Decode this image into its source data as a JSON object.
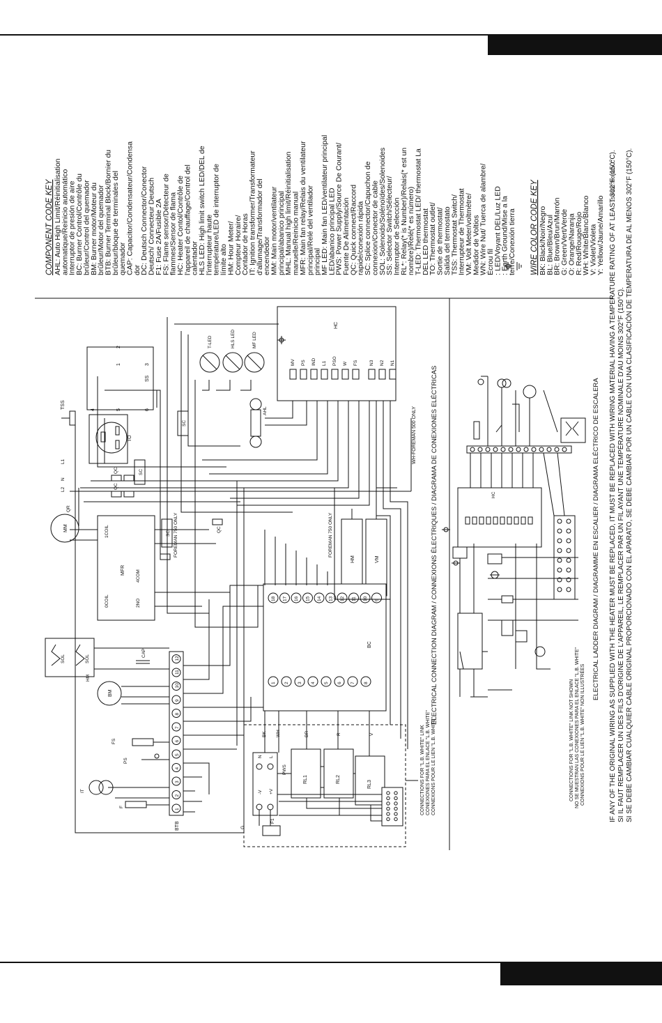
{
  "component_key": {
    "heading": "COMPONENT CODE KEY",
    "lines": [
      "AHL: Auto High Limit/Réinitialisation",
      "automatique/Reinicio automático",
      "Interruptor de presión de aire",
      "BC: Burner Control/Contrôle du",
      "brûleur/Control del quemador",
      "BM: Burner motor/Moteur du",
      "brûleur/Motor del quemador",
      "BTB: Burner Terminal Block/Bornier du",
      "brûleur/bloque de terminales del",
      "quemador",
      "CAP: Capacitor/Condensateur/Condensa",
      "dor",
      "DC: Deutsch Connector/Conector",
      "Deutsch/ Connecteur Deutsch",
      "F1: Fuse 2A/Fusible 2A",
      "FS: Flame sensor/Détecteur de",
      "flammes/Sensor de flama",
      "HC: Heater Contol/Contrôle de",
      "l'appareil de chauffage/Control del",
      "calentador",
      "HLS LED: High limit switch LED/DEL de",
      "l'interrupteur haute",
      "température/LED de interruptor de",
      "límite alto",
      "HM: Hour Meter/",
      "Compteur Horaire/",
      "Contador de Horas",
      "IT: Ignition transformer/Transformateur",
      "d'allumage/Transformador del",
      "encendedor",
      "MM: Main motor/ventilateur",
      "principal/abanico principal",
      "MHL: Manual high limit/Réinitialisation",
      "manuelle/Reinicio manual",
      "MFR: Main fan relay/Relais du ventilateur",
      "principal/Relé del ventilador",
      "principal",
      "MF LED: Main fan LED/ventilateur principal",
      "LED/abanico principal LED",
      "PWS: Power Supply/Source De Courant/",
      "Fuente De Alimentación",
      "QC: Quick connect/Raccord",
      "rapide/conexión rápida",
      "SC: Splice connector/Capuchon de",
      "connexion/Conector de cable",
      "SOL: Solenoids/Solénoïdes/Solenoides",
      "SS: Selector Switch/Sélecteur/",
      "Interruptor de Selección",
      "RL*: Relay(* is Number)/Relais(* est un",
      "nombre)/Relé(* es número)",
      "T-LED: Thermostat LED/ thermostat La",
      "DEL LED thermostat",
      "TO: Thermostat outlet/",
      "Sortie de thermostat/",
      "Salida del termostato",
      "TSS: Thermostat Switch/",
      "Interrupteur de Thermostat",
      "VM: Volt Meter/voltmètre/",
      "Medidor de Voltios",
      "WN: Wire Nut/ Tuerca de alambre/",
      "Écrou fil",
      ": LED/Voyant DEL/Luz LED",
      ": Earth Ground/Mise a la",
      "terre/Conexión tierra"
    ]
  },
  "wire_key": {
    "heading": "WIRE COLOR CODE KEY",
    "lines": [
      "BK: Black/Noir/Negro",
      "BL: Blue/Bleu/Azul",
      "BR: Brown/Brun/Marrón",
      "G: Green/Vert/Verde",
      "O: Orange/Naranja",
      "R: Red/Rouge/Rojo",
      "WH: White/Blanc/Blanco",
      "V: Violet/Violeta",
      "Y: Yellow/Jaune/Amarillo"
    ]
  },
  "labels": {
    "connection_caption": "ELECTRICAL CONNECTION DIAGRAM / CONNEXIONS ÉLECTRIQUES / DIAGRAMA DE CONEXIONES ELÉCTRICAS",
    "ladder_caption": "ELECTRICAL LADDER DIAGRAM / DIAGRAMME EN ESCALIER / DIAGRAMA ELÉCTRICO DE ESCALERA",
    "lb_white_top": [
      "CONNECTIONS FOR \"L.B. WHITE\" LINK",
      "CONEXIONES PARA EL ENLACE \"L.B. WHITE\"",
      "CONNEXIONS POUR LE LIEN \"L.B. WHITE\""
    ],
    "lb_white_bottom": [
      "CONNECTIONS FOR \"L.B. WHITE\" LINK NOT SHOWN",
      "NO SE MUESTRAN LAS CONEXIONES PARA EL ENLACE \"L.B. WHITE\"",
      "CONNEXIONS POUR LE LIEN \"L.B. WHITE\" NON ILLUSTRÉES"
    ],
    "foreman_500": "WH-FOREMAN 500 ONLY",
    "foreman_750": "FOREMAN 750 ONLY",
    "foreman_750b": "FOREMAN 750 ONLY",
    "doc_number": "150-132760 REV C",
    "warnings": [
      "IF ANY OF THE ORIGINAL WIRING AS SUPPLIED WITH THE HEATER MUST BE REPLACED, IT MUST BE REPLACED WITH WIRING MATERIAL HAVING A TEMPERATURE RATING OF AT LEAST 302°F (150°C).",
      "SI IL FAUT REMPLACER UN DES FILS D'ORIGINE DE L'APPAREIL, LE REMPLACER PAR UN FIL AYANT UNE TEMPÉRATURE NOMINALE D'AU MOINS 302°F (150°C).",
      "SI SE DEBE CAMBIAR CUALQUIER CABLE ORIGINAL PROPORCIONADO CON EL APARATO, SE DEBE CAMBIAR POR UN CABLE CON UNA CLASIFICACIÓN DE TEMPERATURA DE AL MENOS 302°F (150°C)."
    ],
    "components": {
      "tss": "TSS",
      "to": "TO",
      "mm": "MM",
      "bm": "BM",
      "it": "IT",
      "ps": "PS",
      "fs": "FS",
      "f": "F",
      "btb": "BTB",
      "sol": "SOL",
      "hm": "HM",
      "vm": "VM",
      "hc": "HC",
      "bc": "BC",
      "pws": "PWS",
      "ahl": "AHL",
      "mfr": "MFR",
      "sc": "SC",
      "qc": "QC",
      "qr": "QR",
      "ss": "SS",
      "cap": "CAP",
      "g": "G",
      "f1": "F1",
      "rl1": "RL1",
      "rl2": "RL2",
      "rl3": "RL3",
      "t_led": "T-LED",
      "hls_led": "HLS LED",
      "mf_led": "MF LED",
      "l1": "L1",
      "n": "N",
      "l2": "L2",
      "ss_num": [
        "1",
        "2",
        "3",
        "4",
        "5",
        "6"
      ],
      "ss_ss": "SS",
      "mfr_pins": [
        "1COIL",
        "4COM",
        "2NO",
        "0COIL"
      ],
      "pws_pins": [
        "-V",
        "+V",
        "N",
        "L"
      ],
      "wire_col": [
        "BK",
        "WH",
        "BR",
        "R",
        "V"
      ]
    },
    "hc_pins": [
      "MV",
      "PS",
      "IND",
      "L1",
      "PSO",
      "W",
      "FS",
      "N3",
      "N2",
      "N1"
    ],
    "btb_pins": [
      "1",
      "2",
      "3",
      "4",
      "5",
      "6",
      "7",
      "8",
      "9",
      "10",
      "11",
      "12"
    ],
    "bc_left": [
      "1",
      "2",
      "3",
      "4",
      "5",
      "6",
      "7",
      "8"
    ],
    "bc_right": [
      "9",
      "10",
      "11",
      "12",
      "13",
      "14",
      "15",
      "16",
      "17",
      "18"
    ]
  }
}
